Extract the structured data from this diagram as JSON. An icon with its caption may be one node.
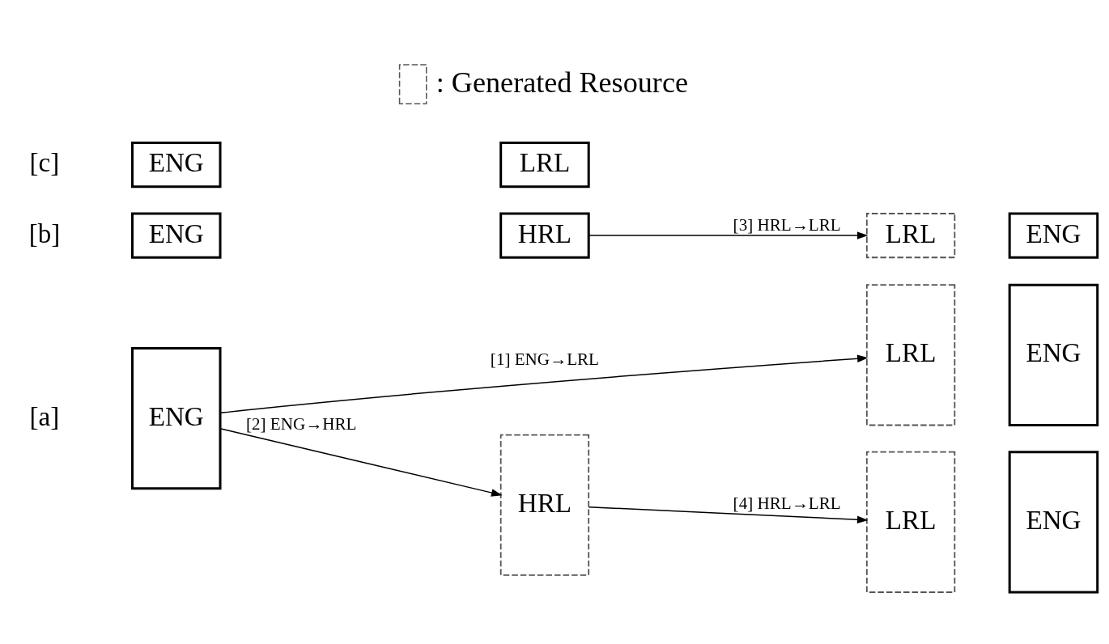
{
  "diagram": {
    "nodes": [
      {
        "text": [
          "ENG"
        ],
        "beside": [
          "[a]"
        ]
      },
      {
        "text": [
          "LRL"
        ]
      },
      {
        "text": [
          "ENG"
        ]
      },
      {
        "text": [
          "HRL"
        ]
      },
      {
        "text": [
          "LRL"
        ]
      },
      {
        "text": [
          "ENG"
        ]
      },
      {
        "text": [
          "ENG"
        ],
        "beside": [
          "[b]"
        ]
      },
      {
        "text": [
          "HRL"
        ]
      },
      {
        "text": [
          "LRL"
        ]
      },
      {
        "text": [
          "ENG"
        ]
      },
      {
        "text": [
          "ENG"
        ],
        "beside": [
          "[c]"
        ]
      },
      {
        "text": [
          "LRL"
        ]
      }
    ],
    "edges": [
      {
        "from": 0,
        "to": 1,
        "arrow": "to",
        "label": "[1] ENG→LRL"
      },
      {
        "from": 0,
        "to": 3,
        "arrow": "to",
        "label": "[2] ENG→HRL"
      },
      {
        "from": 3,
        "to": 4,
        "arrow": "to",
        "label": "[4] HRL→LRL"
      },
      {
        "from": 7,
        "to": 8,
        "arrow": "to",
        "label": "[3] HRL→LRL"
      }
    ],
    "legend": [
      {
        "text": ": Generated Resource"
      }
    ]
  }
}
